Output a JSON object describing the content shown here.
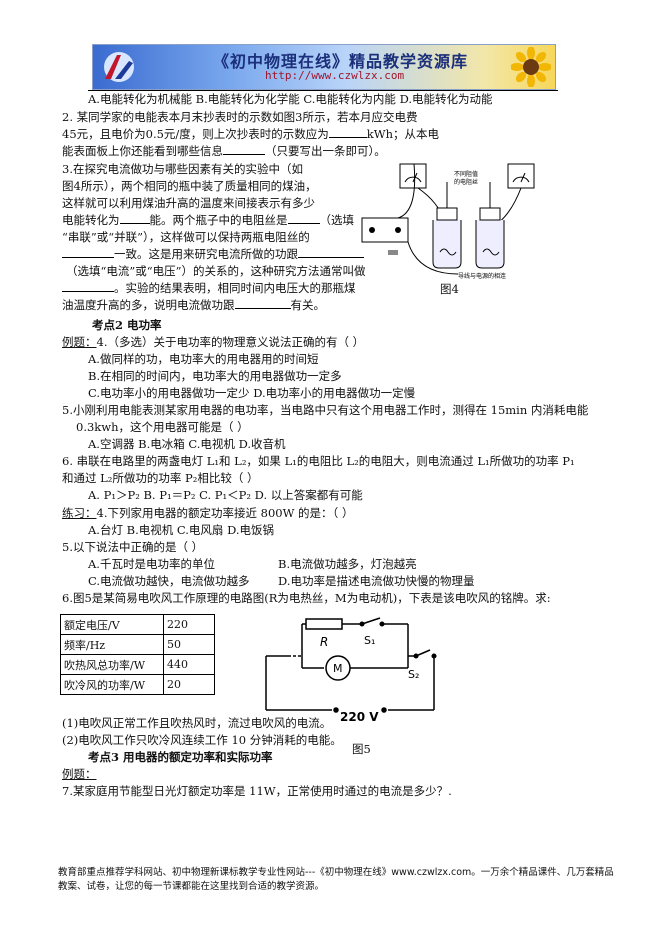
{
  "header": {
    "title": "《初中物理在线》精品教学资源库",
    "url": "http://www.czwlzx.com"
  },
  "lines": {
    "l1": "A.电能转化为机械能  B.电能转化为化学能  C.电能转化为内能        D.电能转化为动能",
    "l2": "2. 某同学家的电能表本月末抄表时的示数如图3所示，若本月应交电费",
    "l3a": "45元，且电价为0.5元/度，则上次抄表时的示数应为",
    "l3b": "kWh；从本电",
    "l4a": "能表面板上你还能看到哪些信息",
    "l4b": "（只要写出一条即可）。",
    "l5": "3.在探究电流做功与哪些因素有关的实验中（如",
    "l6": "图4所示），两个相同的瓶中装了质量相同的煤油，",
    "l7": "这样就可以利用煤油升高的温度来间接表示有多少",
    "l8a": "电能转化为",
    "l8b": "能。两个瓶子中的电阻丝是",
    "l8c": "（选填",
    "l9": "“串联”或“并联”），这样做可以保持两瓶电阻丝的",
    "l10": "一致。这是用来研究电流所做的功跟",
    "l11": "（选填“电流”或“电压”）的关系的，这种研究方法通常叫做",
    "l12": "。实验的结果表明，相同时间内电压大的那瓶煤",
    "l13a": "油温度升高的多，说明电流做功跟",
    "l13b": "有关。",
    "fig4_caption": "图4",
    "kp2": "考点2     电功率",
    "ex1_label": "例题：",
    "ex1": "4.（多选）关于电功率的物理意义说法正确的有（         ）",
    "ex1_a": "A.做同样的功，电功率大的用电器用的时间短",
    "ex1_b": "B.在相同的时间内，电功率大的用电器做功一定多",
    "ex1_c": "C.电功率小的用电器做功一定少     D.电功率小的用电器做功一定慢",
    "q5": "5.小刚利用电能表测某家用电器的电功率，当电路中只有这个用电器工作时，测得在 15min 内消耗电能",
    "q5b": "0.3kwh，这个用电器可能是（       ）",
    "q5_opts": "A.空调器       B.电冰箱       C.电视机       D.收音机",
    "q6": "6. 串联在电路里的两盏电灯 L₁和 L₂，如果 L₁的电阻比 L₂的电阻大，则电流通过 L₁所做功的功率 P₁",
    "q6b": "和通过 L₂所做功的功率 P₂相比较（      ）",
    "q6_opts": "A. P₁＞P₂     B. P₁＝P₂     C. P₁＜P₂     D. 以上答案都有可能",
    "pr_label": "练习：",
    "pr4": "4.下列家用电器的额定功率接近 800W 的是：（         ）",
    "pr4_opts": "A.台灯       B.电视机       C.电风扇       D.电饭锅",
    "pr5": "5.以下说法中正确的是（       ）",
    "pr5_a": "A.千瓦时是电功率的单位",
    "pr5_b": "B.电流做功越多，灯泡越亮",
    "pr5_c": "C.电流做功越快，电流做功越多",
    "pr5_d": "D.电功率是描述电流做功快慢的物理量",
    "pr6": "6.图5是某简易电吹风工作原理的电路图(R为电热丝，M为电动机)，下表是该电吹风的铭牌。求:",
    "spec": [
      {
        "k": "额定电压/V",
        "v": "220"
      },
      {
        "k": "频率/Hz",
        "v": "50"
      },
      {
        "k": "吹热风总功率/W",
        "v": "440"
      },
      {
        "k": "吹冷风的功率/W",
        "v": "20"
      }
    ],
    "sub1": "(1)电吹风正常工作且吹热风时，流过电吹风的电流。",
    "sub2": "(2)电吹风工作只吹冷风连续工作 10 分钟消耗的电能。",
    "fig5_caption": "图5",
    "kp3": "考点3   用电器的额定功率和实际功率",
    "ex3_label": "例题：",
    "q7": "7.某家庭用节能型日光灯额定功率是 11W，正常使用时通过的电流是多少？."
  },
  "circuit": {
    "R": "R",
    "M": "M",
    "S1": "S₁",
    "S2": "S₂",
    "voltage": "220 V"
  },
  "fig4_labels": {
    "left": "不同阻值",
    "left2": "的电阻丝",
    "right": "导线与电源的相连"
  },
  "footer": "教育部重点推荐学科网站、初中物理新课标教学专业性网站---《初中物理在线》www.czwlzx.com。一万余个精品课件、几万套精品教案、试卷，让您的每一节课都能在这里找到合适的教学资源。"
}
